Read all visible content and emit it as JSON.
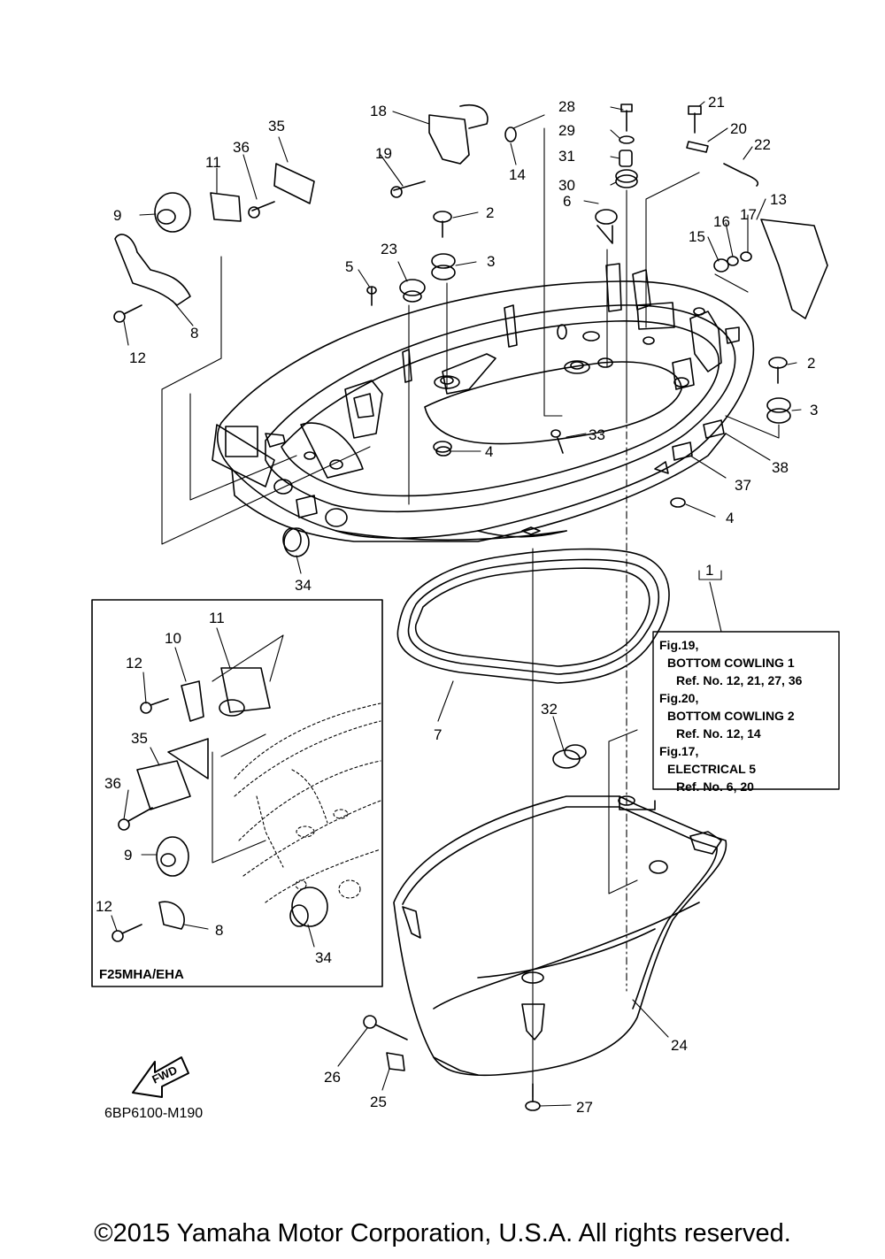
{
  "diagram_code": "6BP6100-M190",
  "inset_title": "F25MHA/EHA",
  "fwd_label": "FWD",
  "reference_box": [
    "Fig.19,",
    "BOTTOM COWLING 1",
    "Ref. No. 12, 21, 27, 36",
    "Fig.20,",
    "BOTTOM COWLING 2",
    "Ref. No. 12, 14",
    "Fig.17,",
    "ELECTRICAL 5",
    "Ref. No. 6, 20"
  ],
  "copyright": "©2015 Yamaha Motor Corporation, U.S.A. All rights reserved.",
  "part_labels": {
    "p1": "1",
    "p2a": "2",
    "p2b": "2",
    "p3a": "3",
    "p3b": "3",
    "p4a": "4",
    "p4b": "4",
    "p5": "5",
    "p6": "6",
    "p7": "7",
    "p8": "8",
    "p9": "9",
    "p11": "11",
    "p12": "12",
    "p13": "13",
    "p14": "14",
    "p15": "15",
    "p16": "16",
    "p17": "17",
    "p18": "18",
    "p19": "19",
    "p20": "20",
    "p21": "21",
    "p22": "22",
    "p23": "23",
    "p24": "24",
    "p25": "25",
    "p26": "26",
    "p27": "27",
    "p28": "28",
    "p29": "29",
    "p30": "30",
    "p31": "31",
    "p32": "32",
    "p33": "33",
    "p34": "34",
    "p35": "35",
    "p36": "36",
    "p37": "37",
    "p38": "38",
    "i8": "8",
    "i9": "9",
    "i10": "10",
    "i11": "11",
    "i12a": "12",
    "i12b": "12",
    "i34": "34",
    "i35": "35",
    "i36": "36"
  }
}
